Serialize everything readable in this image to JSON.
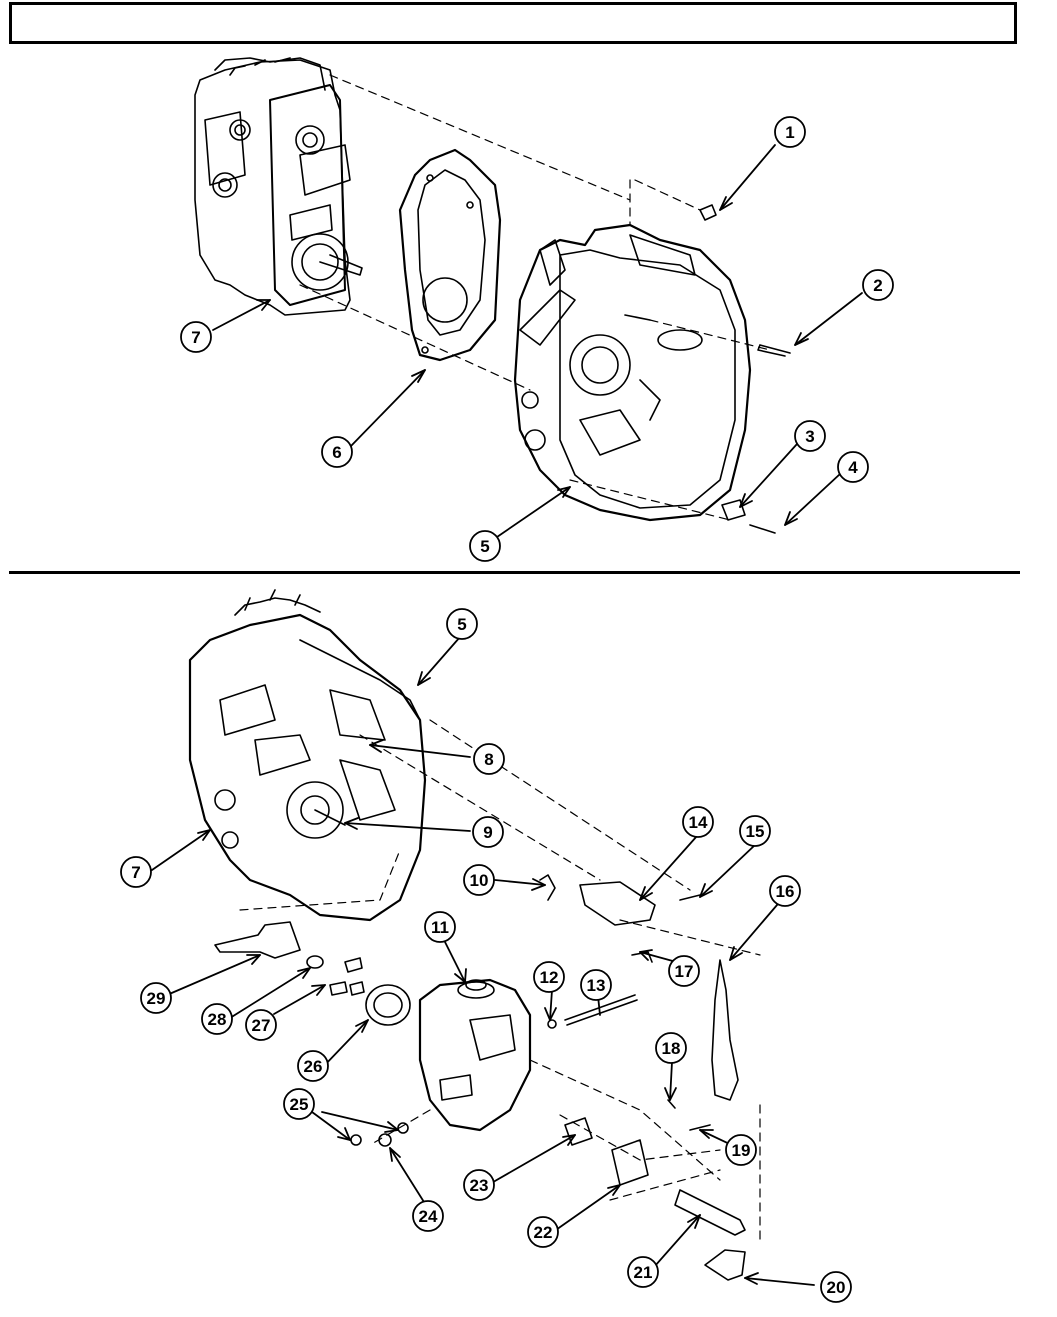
{
  "header": {
    "title": ""
  },
  "diagrams": [
    {
      "name": "top-exploded-view",
      "callouts": [
        "1",
        "2",
        "3",
        "4",
        "5",
        "6",
        "7"
      ]
    },
    {
      "name": "bottom-exploded-view",
      "callouts": [
        "5",
        "7",
        "8",
        "9",
        "10",
        "11",
        "12",
        "13",
        "14",
        "15",
        "16",
        "17",
        "18",
        "19",
        "20",
        "21",
        "22",
        "23",
        "24",
        "25",
        "26",
        "27",
        "28",
        "29"
      ]
    }
  ],
  "colors": {
    "line": "#000000",
    "background": "#ffffff"
  }
}
